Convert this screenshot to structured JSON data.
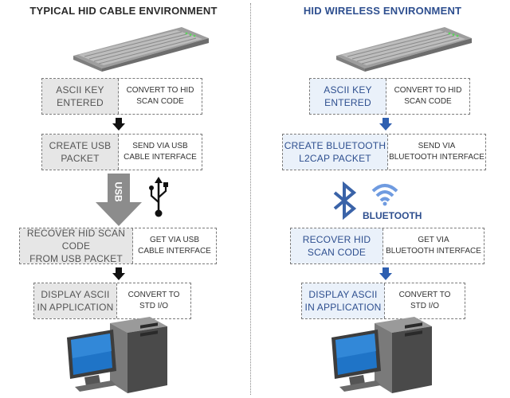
{
  "left": {
    "title": "TYPICAL HID CABLE ENVIRONMENT",
    "steps": [
      {
        "action": "ASCII KEY\nENTERED",
        "detail": "CONVERT TO HID\nSCAN CODE"
      },
      {
        "action": "CREATE USB\nPACKET",
        "detail": "SEND VIA USB\nCABLE INTERFACE"
      },
      {
        "action": "RECOVER HID SCAN CODE\nFROM USB PACKET",
        "detail": "GET VIA USB\nCABLE INTERFACE"
      },
      {
        "action": "DISPLAY ASCII\nIN APPLICATION",
        "detail": "CONVERT TO\nSTD I/O"
      }
    ],
    "transport_label": "USB"
  },
  "right": {
    "title": "HID WIRELESS ENVIRONMENT",
    "steps": [
      {
        "action": "ASCII KEY\nENTERED",
        "detail": "CONVERT TO HID\nSCAN CODE"
      },
      {
        "action": "CREATE BLUETOOTH\nL2CAP PACKET",
        "detail": "SEND VIA\nBLUETOOTH INTERFACE"
      },
      {
        "action": "RECOVER HID\nSCAN CODE",
        "detail": "GET VIA\nBLUETOOTH INTERFACE"
      },
      {
        "action": "DISPLAY ASCII\nIN APPLICATION",
        "detail": "CONVERT TO\nSTD I/O"
      }
    ],
    "transport_label": "BLUETOOTH"
  },
  "colors": {
    "left_accent": "#2a2a2a",
    "right_accent": "#2e4f8f",
    "bluetooth_blue": "#3a63a8",
    "left_box_fill": "#e6e6e6",
    "right_box_fill": "#eaf1fa"
  },
  "icons": [
    "keyboard-icon",
    "usb-symbol-icon",
    "bluetooth-icon",
    "wireless-signal-icon",
    "computer-icon"
  ]
}
